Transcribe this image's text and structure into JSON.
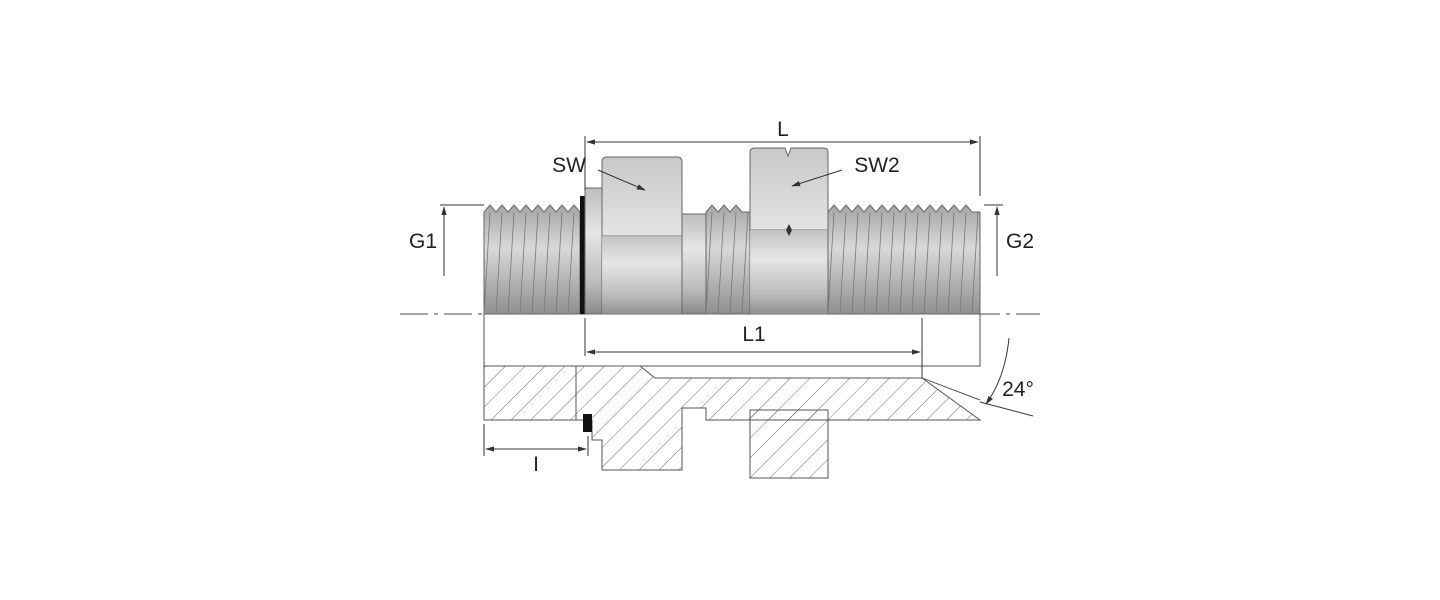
{
  "labels": {
    "L": "L",
    "SW": "SW",
    "SW2": "SW2",
    "G1": "G1",
    "G2": "G2",
    "L1": "L1",
    "I": "I",
    "angle": "24°"
  },
  "colors": {
    "metal_dark": "#8a8a8a",
    "metal_light": "#e6e6e6",
    "outline": "#555555",
    "seal": "#111111"
  }
}
